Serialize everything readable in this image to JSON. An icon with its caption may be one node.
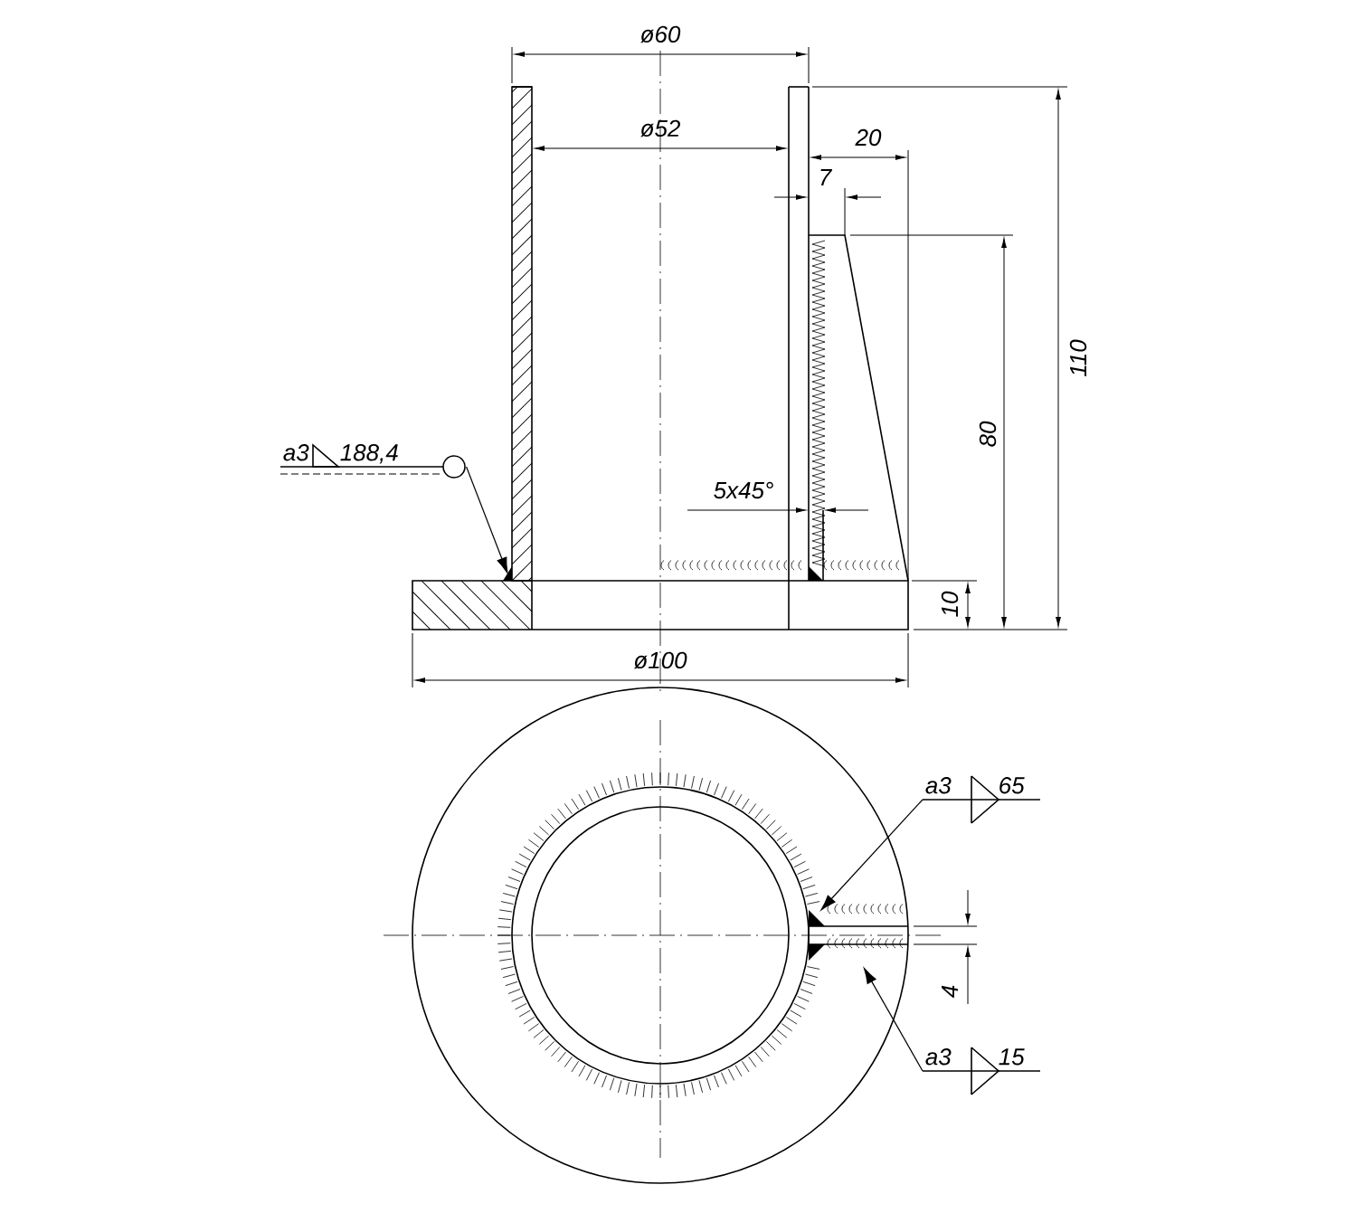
{
  "diagram": {
    "nodes": [
      {
        "text": [
          "a3",
          "188,4"
        ]
      },
      {
        "text": [
          "a3",
          "65"
        ]
      },
      {
        "text": [
          "a3",
          "15"
        ]
      }
    ],
    "edges": [
      {
        "from": 0,
        "to": null,
        "arrow": "to"
      },
      {
        "from": 1,
        "to": null,
        "arrow": "to"
      },
      {
        "from": 2,
        "to": null,
        "arrow": "to"
      }
    ],
    "labels": [
      "ø60",
      "ø52",
      "20",
      "7",
      "110",
      "80",
      "5x45°",
      "10",
      "ø100",
      "4"
    ]
  }
}
